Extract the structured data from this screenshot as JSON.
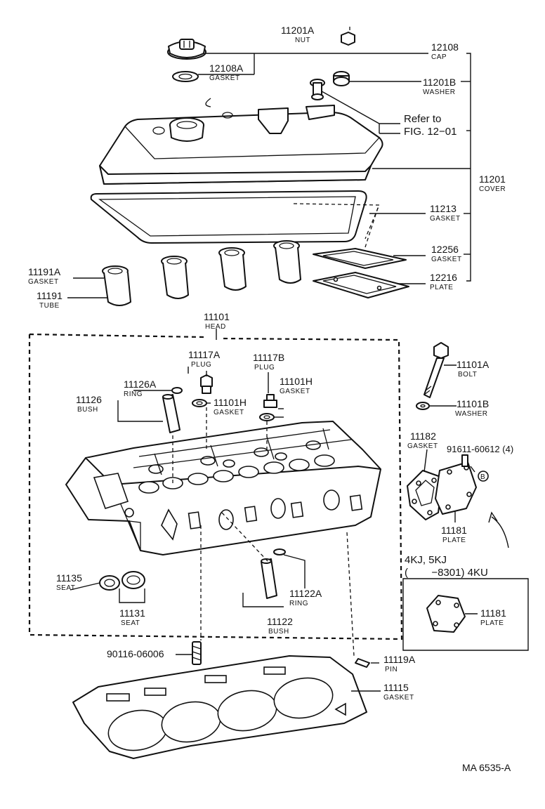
{
  "parts": {
    "nut_11201A": {
      "number": "11201A",
      "name": "NUT"
    },
    "cap_12108": {
      "number": "12108",
      "name": "CAP"
    },
    "gasket_12108A": {
      "number": "12108A",
      "name": "GASKET"
    },
    "washer_11201B": {
      "number": "11201B",
      "name": "WASHER"
    },
    "refer": {
      "line1": "Refer to",
      "line2": "FIG. 12−01"
    },
    "cover_11201": {
      "number": "11201",
      "name": "COVER"
    },
    "gasket_11213": {
      "number": "11213",
      "name": "GASKET"
    },
    "gasket_12256": {
      "number": "12256",
      "name": "GASKET"
    },
    "plate_12216": {
      "number": "12216",
      "name": "PLATE"
    },
    "gasket_11191A": {
      "number": "11191A",
      "name": "GASKET"
    },
    "tube_11191": {
      "number": "11191",
      "name": "TUBE"
    },
    "head_11101": {
      "number": "11101",
      "name": "HEAD"
    },
    "plug_11117A": {
      "number": "11117A",
      "name": "PLUG"
    },
    "plug_11117B": {
      "number": "11117B",
      "name": "PLUG"
    },
    "ring_11126A": {
      "number": "11126A",
      "name": "RING"
    },
    "bush_11126": {
      "number": "11126",
      "name": "BUSH"
    },
    "gasket_11101H_a": {
      "number": "11101H",
      "name": "GASKET"
    },
    "gasket_11101H_b": {
      "number": "11101H",
      "name": "GASKET"
    },
    "bolt_11101A": {
      "number": "11101A",
      "name": "BOLT"
    },
    "washer_11101B": {
      "number": "11101B",
      "name": "WASHER"
    },
    "gasket_11182": {
      "number": "11182",
      "name": "GASKET"
    },
    "bolt_91611": {
      "number": "91611-60612 (4)",
      "marker": "B"
    },
    "plate_11181_a": {
      "number": "11181",
      "name": "PLATE"
    },
    "plate_11181_b": {
      "number": "11181",
      "name": "PLATE"
    },
    "variant": {
      "line1": "4KJ, 5KJ",
      "line2": "(        −8301) 4KU"
    },
    "seat_11135": {
      "number": "11135",
      "name": "SEAT"
    },
    "seat_11131": {
      "number": "11131",
      "name": "SEAT"
    },
    "ring_11122A": {
      "number": "11122A",
      "name": "RING"
    },
    "bush_11122": {
      "number": "11122",
      "name": "BUSH"
    },
    "stud_90116": {
      "number": "90116-06006"
    },
    "pin_11119A": {
      "number": "11119A",
      "name": "PIN"
    },
    "gasket_11115": {
      "number": "11115",
      "name": "GASKET"
    }
  },
  "footer": {
    "code": "MA 6535-A"
  }
}
